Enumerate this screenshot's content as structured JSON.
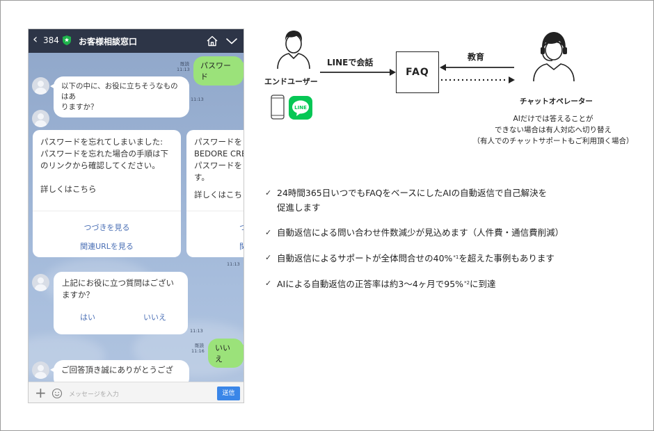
{
  "phone": {
    "header": {
      "back_count": "384",
      "title": "お客様相談窓口"
    },
    "messages": {
      "m1": {
        "text": "パスワード",
        "read": "既読",
        "time": "11:13"
      },
      "m2": {
        "line1": "以下の中に、お役に立ちそうなものはあ",
        "line2": "りますか？",
        "time": "11:13"
      }
    },
    "cards": [
      {
        "lines": [
          "パスワードを忘れてしまいました:",
          "パスワードを忘れた場合の手順は下",
          "のリンクから確認してください。"
        ],
        "more": "詳しくはこちら",
        "actions": [
          "つづきを見る",
          "関連URLを見る"
        ]
      },
      {
        "lines": [
          "パスワードを",
          "BEDORE CRE",
          "パスワードを",
          "す。"
        ],
        "more": "詳しくはこち",
        "actions": [
          "つ",
          "関"
        ]
      }
    ],
    "cards_time": "11:13",
    "question": {
      "line1": "上記にお役に立つ質問はござい",
      "line2": "ますか？",
      "yes": "はい",
      "no": "いいえ",
      "time": "11:13"
    },
    "reply": {
      "text": "いいえ",
      "read": "既読",
      "time": "11:16"
    },
    "last": {
      "text": "ご回答頂き誠にありがとうござ"
    },
    "input": {
      "placeholder": "メッセージを入力",
      "send": "送信"
    }
  },
  "diagram": {
    "end_user": "エンドユーザー",
    "arrow_label": "LINEで会話",
    "faq": "FAQ",
    "education": "教育",
    "operator": "チャットオペレーター",
    "line_logo_text": "LINE",
    "caption": [
      "AIだけでは答えることが",
      "できない場合は有人対応へ切り替え",
      "（有人でのチャットサポートもご利用頂く場合）"
    ]
  },
  "points": [
    {
      "text": "24時間365日いつでもFAQをベースにしたAIの自動返信で自己解決を",
      "text2": "促進します"
    },
    {
      "text": "自動返信による問い合わせ件数減少が見込めます（人件費・通信費削減）"
    },
    {
      "pre": "自動返信によるサポートが全体問合せの40%",
      "note": "*1",
      "post": "を超えた事例もあります"
    },
    {
      "pre": "AIによる自動返信の正答率は約3〜4ヶ月で95%",
      "note": "*2",
      "post": "に到達"
    }
  ],
  "check_mark": "✓",
  "colors": {
    "header_bg": "#2d3547",
    "bubble_out": "#9be27a",
    "line_green": "#06c755",
    "send_button": "#3a86e8"
  }
}
